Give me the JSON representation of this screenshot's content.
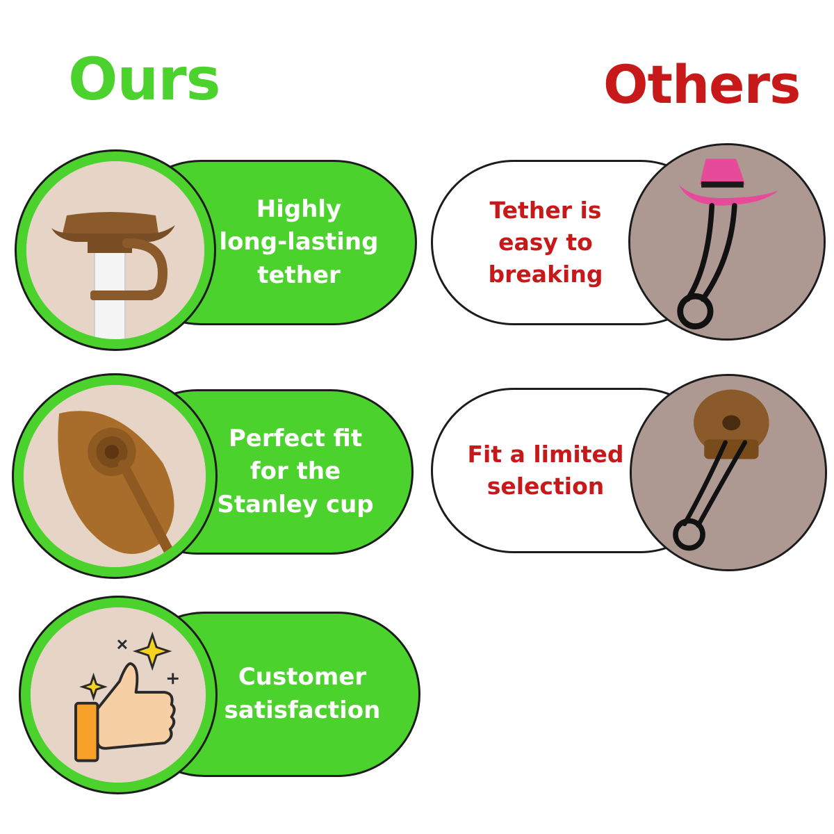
{
  "headings": {
    "ours": "Ours",
    "others": "Others"
  },
  "colors": {
    "ours_green": "#4cd22c",
    "others_red": "#c8191a",
    "hat_brown": "#8b5a2b",
    "hat_pink": "#e84a9a"
  },
  "ours": [
    {
      "lines": [
        "Highly",
        "long-lasting",
        "tether"
      ],
      "icon": "brown-cowboy-hat-straw-topper-icon"
    },
    {
      "lines": [
        "Perfect fit",
        "for the",
        "Stanley cup"
      ],
      "icon": "brown-hat-underside-icon"
    },
    {
      "lines": [
        "Customer",
        "satisfaction"
      ],
      "icon": "thumbs-up-sparkles-icon"
    }
  ],
  "others": [
    {
      "lines": [
        "Tether is",
        "easy to",
        "breaking"
      ],
      "icon": "pink-cowboy-hat-black-tether-icon"
    },
    {
      "lines": [
        "Fit a limited",
        "selection"
      ],
      "icon": "brown-cap-black-tether-icon"
    }
  ]
}
